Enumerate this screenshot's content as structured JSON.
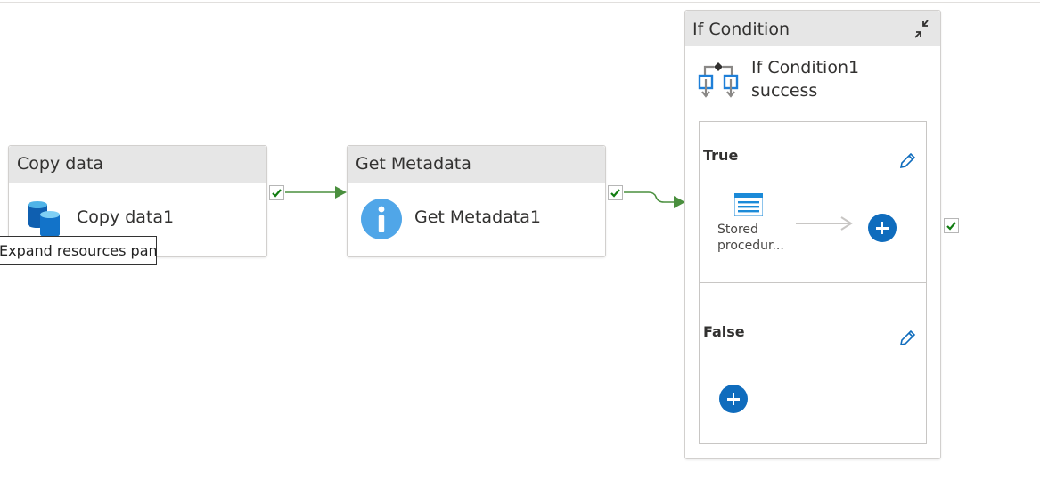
{
  "pipeline": {
    "copy_activity": {
      "header": "Copy data",
      "name": "Copy data1",
      "icon": "database-icon"
    },
    "metadata_activity": {
      "header": "Get Metadata",
      "name": "Get Metadata1",
      "icon": "info-icon"
    },
    "if_condition": {
      "header": "If Condition",
      "name": "If Condition1",
      "status": "success",
      "true_branch": {
        "label": "True",
        "activity_line1": "Stored",
        "activity_line2": "procedur..."
      },
      "false_branch": {
        "label": "False"
      }
    }
  },
  "tooltip": "Expand resources pane",
  "colors": {
    "accent": "#0f6cbd",
    "success": "#107c10",
    "connector": "#4a8f3e"
  }
}
